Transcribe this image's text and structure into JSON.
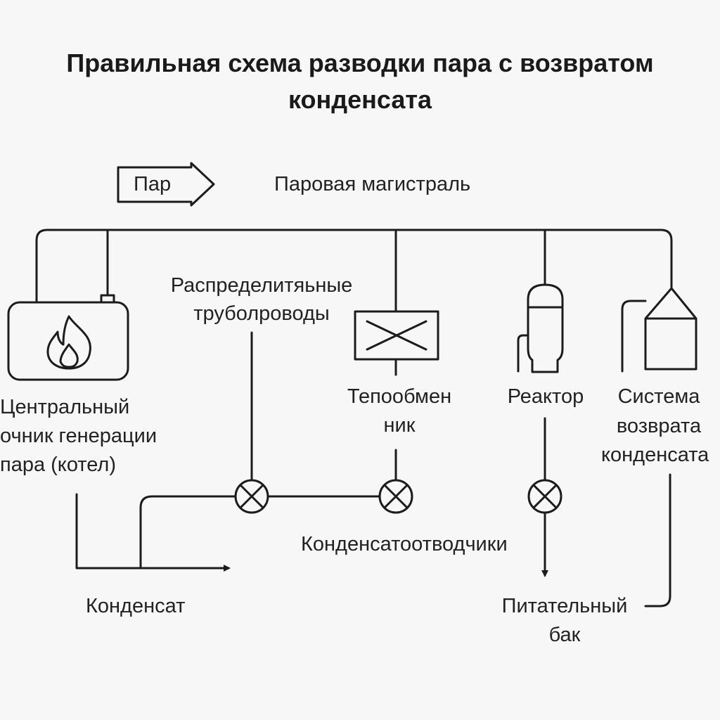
{
  "title": {
    "line1": "Правильная схема разводки пара с возвратом",
    "line2": "конденсата"
  },
  "legend": {
    "arrow_label": "Пар",
    "main_label": "Паровая магистраль"
  },
  "labels": {
    "distribution_line1": "Распределитяьные",
    "distribution_line2": "труболроводы",
    "boiler_line1": "Центральный",
    "boiler_line2": "очник генерации",
    "boiler_line3": "пара (котел)",
    "exchanger_line1": "Тепообмен",
    "exchanger_line2": "ник",
    "reactor": "Реактор",
    "return_line1": "Система",
    "return_line2": "возврата",
    "return_line3": "конденсата",
    "traps": "Конденсатоотводчики",
    "condensate": "Конденсат",
    "tank_line1": "Питательный",
    "tank_line2": "бак"
  },
  "icons": {
    "boiler": "boiler-flame-icon",
    "exchanger": "heat-exchanger-icon",
    "reactor": "reactor-vessel-icon",
    "return_unit": "condensate-return-unit-icon",
    "trap": "steam-trap-icon"
  },
  "colors": {
    "background": "#f7f7f7",
    "line": "#1c1c1c"
  }
}
